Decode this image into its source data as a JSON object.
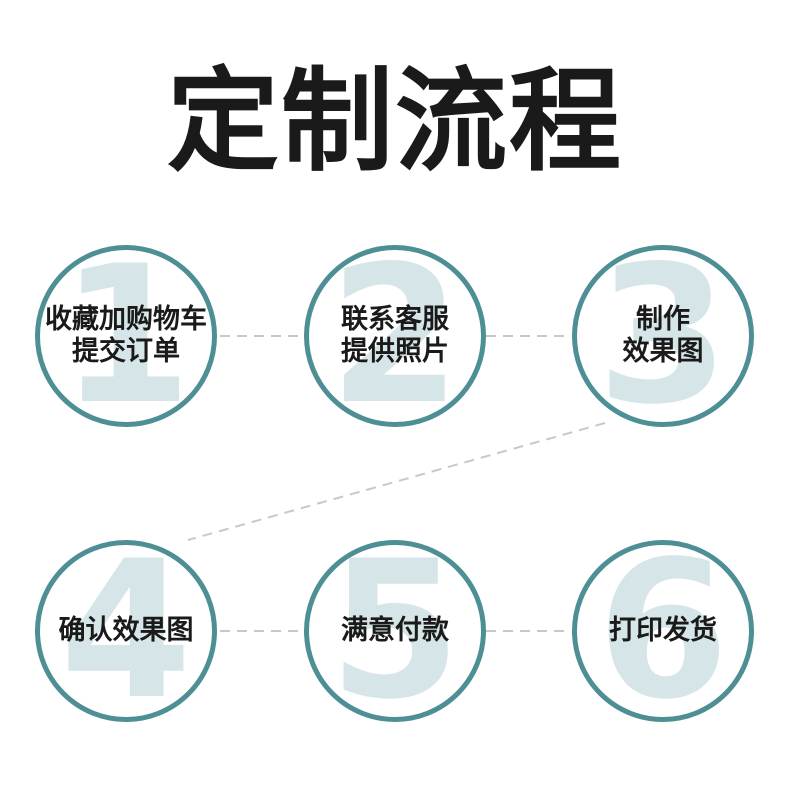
{
  "title": "定制流程",
  "colors": {
    "circle_border": "#4d8f95",
    "big_number": "#d6e6e8",
    "connector": "#c8c8c8",
    "text": "#1a1a1a"
  },
  "steps": [
    {
      "number": "1",
      "lines": [
        "收藏加购物车",
        "提交订单"
      ]
    },
    {
      "number": "2",
      "lines": [
        "联系客服",
        "提供照片"
      ]
    },
    {
      "number": "3",
      "lines": [
        "制作",
        "效果图"
      ]
    },
    {
      "number": "4",
      "lines": [
        "确认效果图"
      ]
    },
    {
      "number": "5",
      "lines": [
        "满意付款"
      ]
    },
    {
      "number": "6",
      "lines": [
        "打印发货"
      ]
    }
  ]
}
